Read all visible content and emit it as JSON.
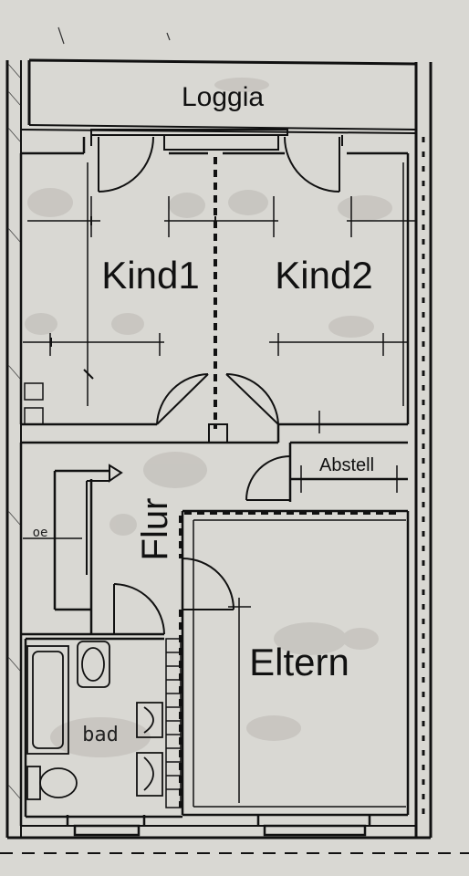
{
  "floorplan": {
    "rooms": {
      "loggia": "Loggia",
      "kind1": "Kind1",
      "kind2": "Kind2",
      "abstell": "Abstell",
      "flur": "Flur",
      "eltern": "Eltern",
      "bad": "bad"
    },
    "marks": {
      "kitchen_symbol": "oe"
    }
  },
  "colors": {
    "paper": "#d9d8d3",
    "ink": "#111111",
    "smudge": "#b8b6b1"
  }
}
